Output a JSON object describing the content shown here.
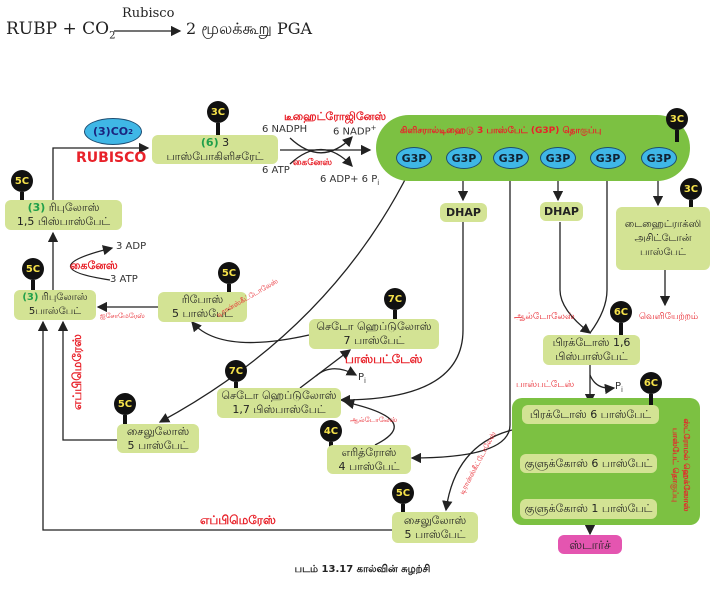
{
  "equation": {
    "lhs": "RUBP + CO",
    "lhs_sub": "2",
    "enzyme": "Rubisco",
    "rhs": "2 மூலக்கூறு PGA"
  },
  "co2": {
    "label": "(3)CO",
    "sub": "2"
  },
  "rubisco": "RUBISCO",
  "pga": {
    "count": "(6)",
    "line1": "3",
    "line2": "பாஸ்போகிளிசரேட்",
    "carbon": "3C"
  },
  "reduction": {
    "enzyme1": "டீஹைட்ரோஜினேஸ்",
    "nadph": "6 NADPH",
    "nadp": "6 NADP",
    "nadp_sup": "+",
    "atp": "6 ATP",
    "enzyme2": "கைனேஸ்",
    "adp": "6 ADP+ 6 P",
    "adp_sub": "i"
  },
  "g3p_pool": {
    "title": "கிளிசரால்டிஹைடு 3 பாஸ்பேட் (G3P) தொகுப்பு",
    "carbon": "3C",
    "items": [
      "G3P",
      "G3P",
      "G3P",
      "G3P",
      "G3P",
      "G3P"
    ]
  },
  "dhap": [
    "DHAP",
    "DHAP"
  ],
  "dhap_box": {
    "lines": [
      "டைஹைட்ராக்ஸி",
      "அசிட்டோன்",
      "பாஸ்பேட்"
    ],
    "carbon": "3C"
  },
  "export": "வெளியேற்றம்",
  "rubp": {
    "count": "(3)",
    "line1": "ரிபுலோஸ்",
    "line2": "1,5  பிஸ்பாஸ்பேட்",
    "carbon": "5C"
  },
  "kinase": {
    "adp": "3 ADP",
    "enzyme": "கைனேஸ்",
    "atp": "3 ATP"
  },
  "ru5p": {
    "count": "(3)",
    "line1": "ரிபுலோஸ்",
    "line2": "5பாஸ்பேட்",
    "carbon": "5C"
  },
  "isomerase": "ஐசோமேரேஸ்",
  "r5p": {
    "line1": "ரிபோஸ்",
    "line2": "5  பாஸ்பேட்",
    "carbon": "5C"
  },
  "transketolase1": "டிரான்ஸ்கீட்டோலேஸ்",
  "s7p": {
    "line1": "செடோ  ஹெப்டுலோஸ்",
    "line2": "7  பாஸ்பேட்",
    "carbon": "7C"
  },
  "phosphatase1": "பாஸ்பட்டேஸ்",
  "pi1": "P",
  "pi_sub": "i",
  "s17bp": {
    "line1": "செடோ  ஹெப்டுலோஸ்",
    "line2": "1,7  பிஸ்பாஸ்பேட்",
    "carbon": "7C"
  },
  "aldolase1": "ஆல்டோலேஸ்",
  "epimerase1": "எப்பிமெரேஸ்",
  "xu5p1": {
    "line1": "சைலுலோஸ்",
    "line2": "5  பாஸ்பேட்",
    "carbon": "5C"
  },
  "e4p": {
    "line1": "எரித்ரோஸ்",
    "line2": "4  பாஸ்பேட்",
    "carbon": "4C"
  },
  "transketolase2": "டிரான்ஸ்கீட்டோலேஸ்",
  "xu5p2": {
    "line1": "சைலுலோஸ்",
    "line2": "5  பாஸ்பேட்",
    "carbon": "5C"
  },
  "epimerase2": "எப்பிமெரேஸ்",
  "aldolase2": "ஆல்டோலேஸ்",
  "f16bp": {
    "line1": "பிரக்டோஸ்  1,6",
    "line2": "பிஸ்பாஸ்பேட்",
    "carbon": "6C"
  },
  "phosphatase2": "பாஸ்பட்டேஸ்",
  "pi2": "P",
  "hexose": {
    "title": "ஸ்ட்ரோமல் ஹெக்ஸோஸ் பாஸ்பேட் தொகுப்பு",
    "carbon": "6C",
    "items": [
      "பிரக்டோஸ்  6  பாஸ்பேட்",
      "குளுக்கோஸ்  6  பாஸ்பேட்",
      "குளுக்கோஸ்  1  பாஸ்பேட்"
    ]
  },
  "starch": "ஸ்டார்ச்",
  "caption": "படம் 13.17  கால்வின் சுழற்சி",
  "colors": {
    "light_green": "#d3e394",
    "green": "#7cc142",
    "g3p": "#3fb7e6",
    "red": "#e8222a",
    "starch": "#e455b0"
  }
}
